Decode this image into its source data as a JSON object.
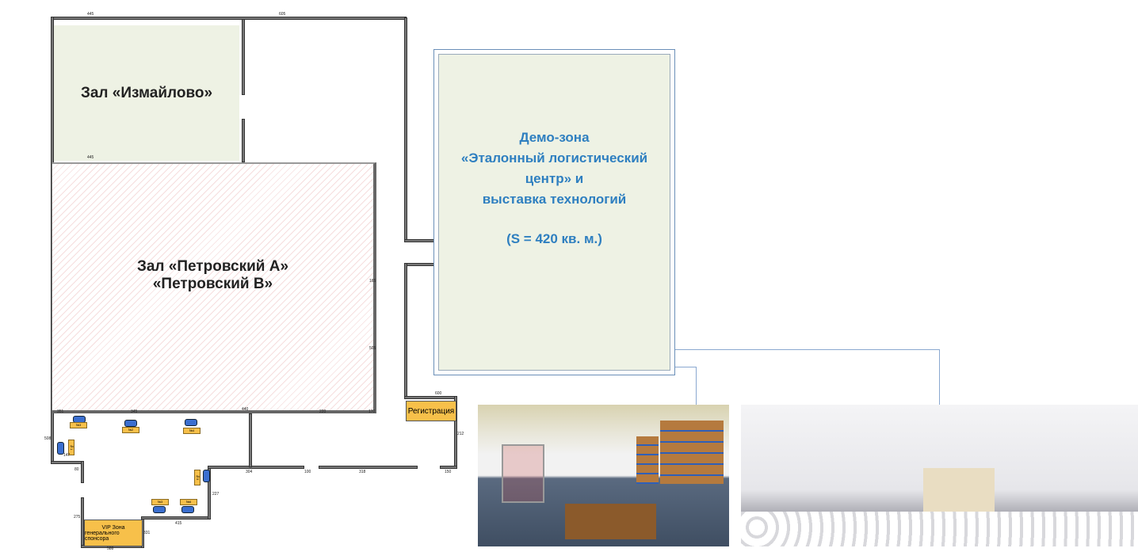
{
  "rooms": {
    "izmaylovo": "Зал «Измайлово»",
    "petrovsky_a": "Зал «Петровский А»",
    "petrovsky_b": "«Петровский В»"
  },
  "demo_zone": {
    "lines": [
      "Демо-зона",
      "«Эталонный логистический",
      "центр» и",
      "выставка технологий"
    ],
    "area": "(S = 420 кв. м.)",
    "color": "#2e7fc0"
  },
  "registration": "Регистрация",
  "vip": {
    "line1": "VIP Зона",
    "line2": "генерального спонсора"
  },
  "stands": [
    "№3",
    "№2",
    "№4",
    "№1",
    "№5",
    "№3",
    "№6"
  ],
  "dimensions": [
    "445",
    "605",
    "445",
    "351",
    "345",
    "440",
    "220",
    "170",
    "600",
    "212",
    "304",
    "100",
    "318",
    "150",
    "508",
    "227",
    "415",
    "331",
    "588",
    "275",
    "80",
    "165",
    "505",
    "147"
  ]
}
